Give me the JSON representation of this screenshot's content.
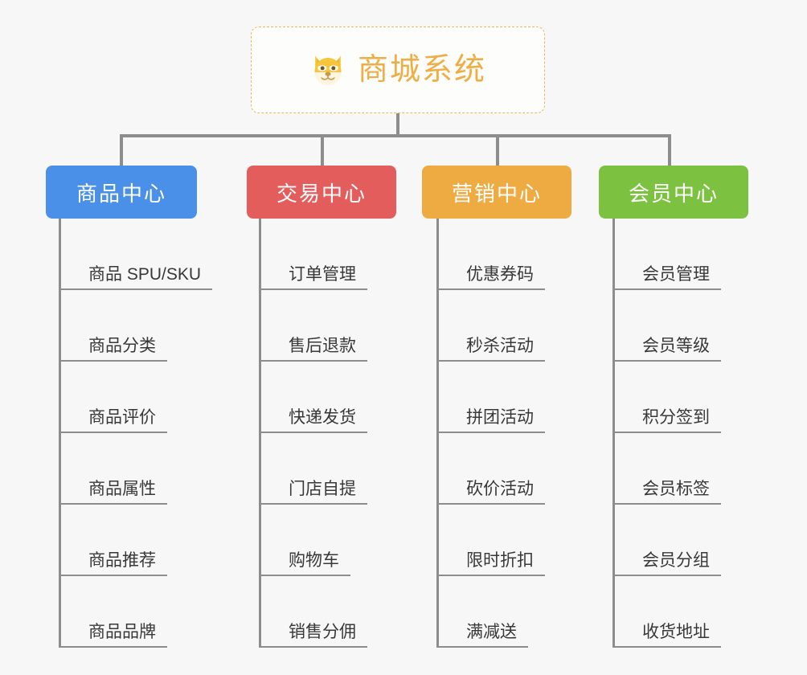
{
  "canvas": {
    "background": "#f7f7f7",
    "line_color": "#8d8d8d"
  },
  "root": {
    "title": "商城系统",
    "icon": "shiba-dog-face-emoji",
    "text_color": "#eeae44",
    "border_color": "#e8b85c",
    "background": "#fdfdfc"
  },
  "branches": [
    {
      "label": "商品中心",
      "color": "#4a90e8",
      "items": [
        "商品 SPU/SKU",
        "商品分类",
        "商品评价",
        "商品属性",
        "商品推荐",
        "商品品牌"
      ]
    },
    {
      "label": "交易中心",
      "color": "#e45d5d",
      "items": [
        "订单管理",
        "售后退款",
        "快递发货",
        "门店自提",
        "购物车",
        "销售分佣"
      ]
    },
    {
      "label": "营销中心",
      "color": "#eeab42",
      "items": [
        "优惠券码",
        "秒杀活动",
        "拼团活动",
        "砍价活动",
        "限时折扣",
        "满减送"
      ]
    },
    {
      "label": "会员中心",
      "color": "#7cc240",
      "items": [
        "会员管理",
        "会员等级",
        "积分签到",
        "会员标签",
        "会员分组",
        "收货地址"
      ]
    }
  ]
}
